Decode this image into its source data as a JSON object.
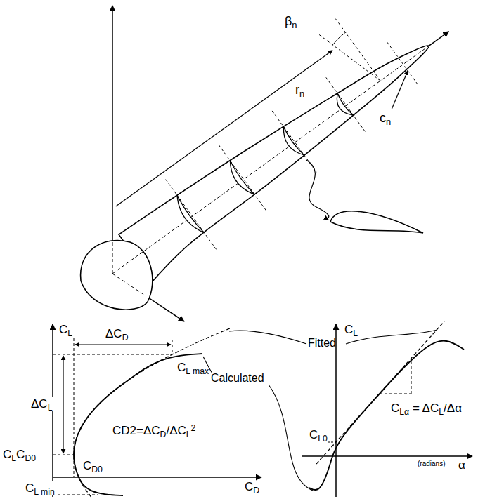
{
  "diagram": {
    "labels": [
      "βn",
      "rn",
      "cn",
      "CL",
      "ΔCD",
      "CL max",
      "Fitted",
      "Calculated",
      "ΔCL",
      "CD2=ΔCD/ΔCL2",
      "CLCD0",
      "CD0",
      "CD",
      "CL min",
      "CL",
      "CLα = ΔCL/Δα",
      "CL0",
      "(radians)",
      "α"
    ]
  }
}
